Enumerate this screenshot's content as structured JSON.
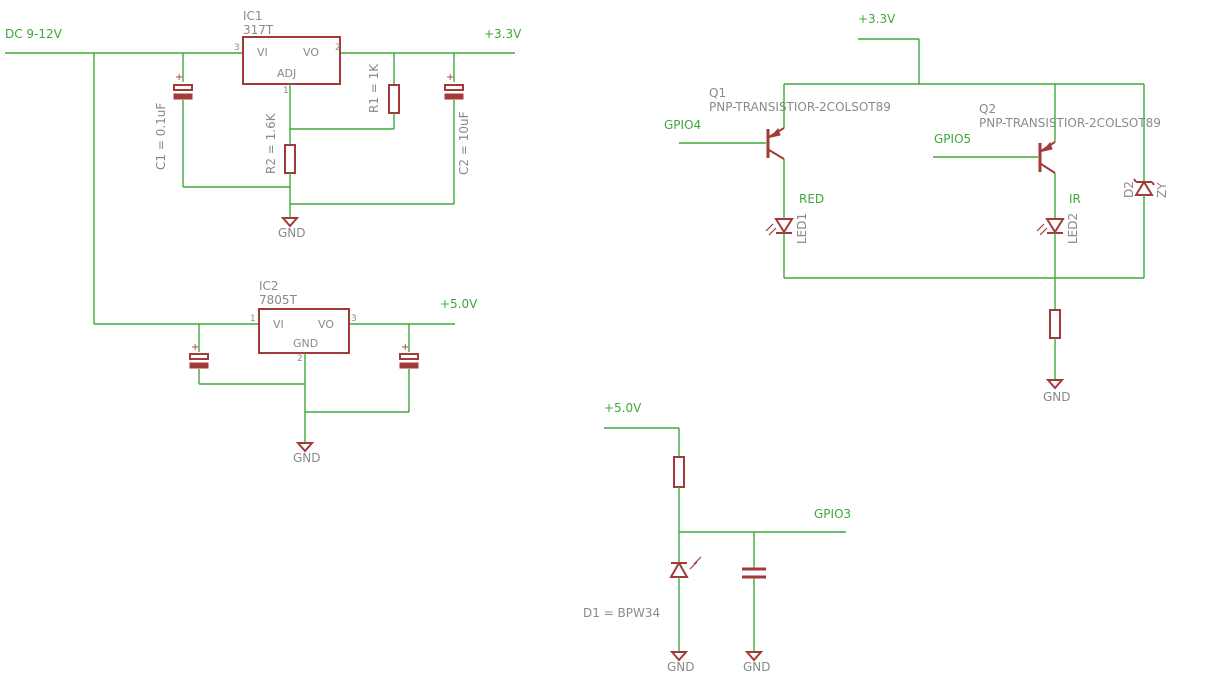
{
  "nets": {
    "dc_in": "DC 9-12V",
    "v33_top": "+3.3V",
    "v33_right": "+3.3V",
    "v50_mid": "+5.0V",
    "v50_bottom": "+5.0V",
    "gpio4": "GPIO4",
    "gpio5": "GPIO5",
    "gpio3": "GPIO3",
    "red": "RED",
    "ir": "IR",
    "gnd": "GND"
  },
  "components": {
    "ic1": {
      "name": "IC1",
      "value": "317T",
      "vi": "VI",
      "vo": "VO",
      "adj": "ADJ",
      "pin_in": "3",
      "pin_out": "2",
      "pin_adj": "1"
    },
    "ic2": {
      "name": "IC2",
      "value": "7805T",
      "vi": "VI",
      "vo": "VO",
      "gnd": "GND",
      "pin_in": "1",
      "pin_out": "3",
      "pin_gnd": "2"
    },
    "c1": "C1 = 0.1uF",
    "c2": "C2 = 10uF",
    "r1": "R1 = 1K",
    "r2": "R2 = 1.6K",
    "q1": {
      "name": "Q1",
      "value": "PNP-TRANSISTIOR-2COLSOT89"
    },
    "q2": {
      "name": "Q2",
      "value": "PNP-TRANSISTIOR-2COLSOT89"
    },
    "led1": "LED1",
    "led2": "LED2",
    "d2": {
      "name": "D2",
      "value": "ZY"
    },
    "d1": "D1 = BPW34"
  }
}
